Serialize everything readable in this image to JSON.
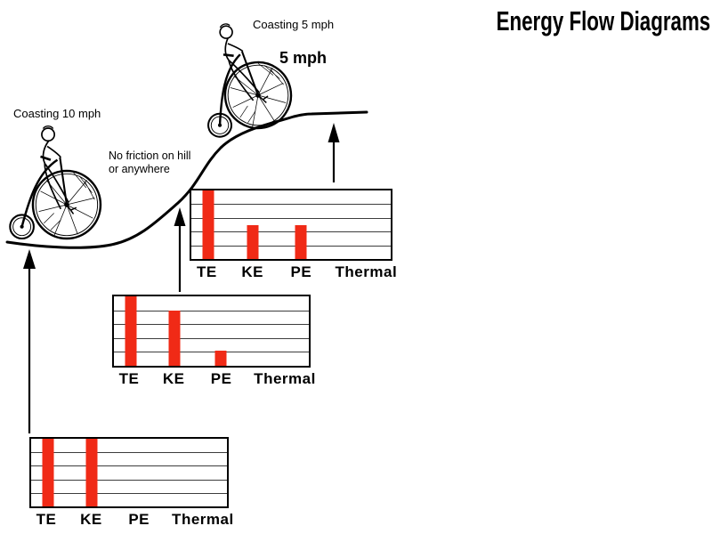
{
  "title": "Energy Flow Diagrams",
  "annotations": {
    "coasting_top": "Coasting 5 mph",
    "speed_top": "5 mph",
    "coasting_left": "Coasting 10 mph",
    "friction_note_line1": "No friction on hill",
    "friction_note_line2": "or anywhere"
  },
  "colors": {
    "bar": "#f02a16",
    "ink": "#000000",
    "gridline": "#3d3d3d",
    "background": "#ffffff"
  },
  "figures": {
    "left_rider": "penny-farthing-rider-coasting",
    "top_rider": "penny-farthing-rider-coasting",
    "hill": "hill-curve",
    "arrows": [
      "up-arrow",
      "up-arrow",
      "up-arrow"
    ]
  },
  "chart_data": [
    {
      "id": "energy-chart-hilltop",
      "type": "bar",
      "categories": [
        "TE",
        "KE",
        "PE",
        "Thermal"
      ],
      "values": [
        1.0,
        0.5,
        0.5,
        0
      ],
      "title": "",
      "xlabel": "",
      "ylabel": "",
      "ylim": [
        0,
        1
      ],
      "grid": true,
      "gridline_count": 4,
      "bar_color": "#f02a16"
    },
    {
      "id": "energy-chart-mid-hill",
      "type": "bar",
      "categories": [
        "TE",
        "KE",
        "PE",
        "Thermal"
      ],
      "values": [
        1.0,
        0.8,
        0.22,
        0
      ],
      "title": "",
      "xlabel": "",
      "ylabel": "",
      "ylim": [
        0,
        1
      ],
      "grid": true,
      "gridline_count": 4,
      "bar_color": "#f02a16"
    },
    {
      "id": "energy-chart-bottom-start",
      "type": "bar",
      "categories": [
        "TE",
        "KE",
        "PE",
        "Thermal"
      ],
      "values": [
        1.0,
        1.0,
        0,
        0
      ],
      "title": "",
      "xlabel": "",
      "ylabel": "",
      "ylim": [
        0,
        1
      ],
      "grid": true,
      "gridline_count": 4,
      "bar_color": "#f02a16"
    }
  ]
}
